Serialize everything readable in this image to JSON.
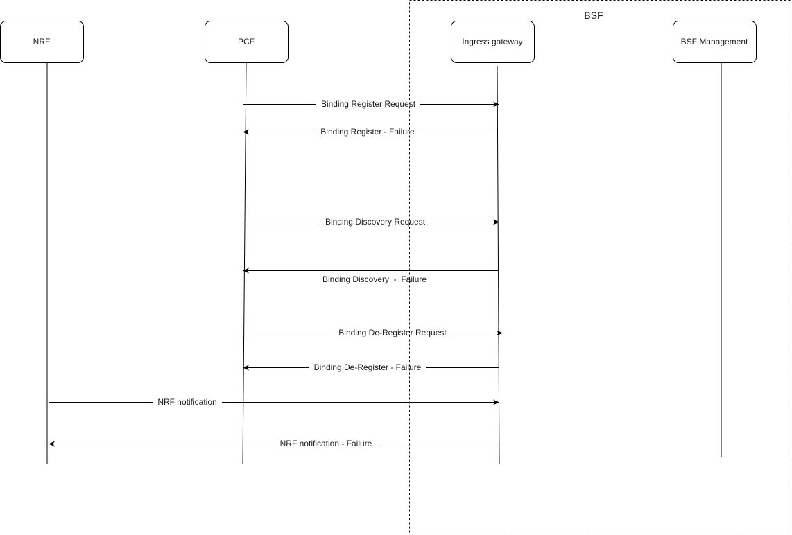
{
  "group": {
    "label": "BSF"
  },
  "actors": [
    {
      "id": "nrf",
      "label": "NRF"
    },
    {
      "id": "pcf",
      "label": "PCF"
    },
    {
      "id": "igw",
      "label": "Ingress gateway"
    },
    {
      "id": "bsfm",
      "label": "BSF Management"
    }
  ],
  "messages": [
    {
      "id": "m1",
      "label": "Binding Register Request",
      "from": "pcf",
      "to": "igw"
    },
    {
      "id": "m2",
      "label": "Binding Register - Failure",
      "from": "igw",
      "to": "pcf"
    },
    {
      "id": "m3",
      "label": "Binding Discovery Request",
      "from": "pcf",
      "to": "igw"
    },
    {
      "id": "m4",
      "label": "Binding Discovery  -  Failure",
      "from": "igw",
      "to": "pcf"
    },
    {
      "id": "m5",
      "label": "Binding De-Register Request",
      "from": "pcf",
      "to": "igw"
    },
    {
      "id": "m6",
      "label": "Binding De-Register - Failure",
      "from": "igw",
      "to": "pcf"
    },
    {
      "id": "m7",
      "label": "NRF notification",
      "from": "nrf",
      "to": "igw"
    },
    {
      "id": "m8",
      "label": "NRF notification - Failure",
      "from": "igw",
      "to": "nrf"
    }
  ]
}
